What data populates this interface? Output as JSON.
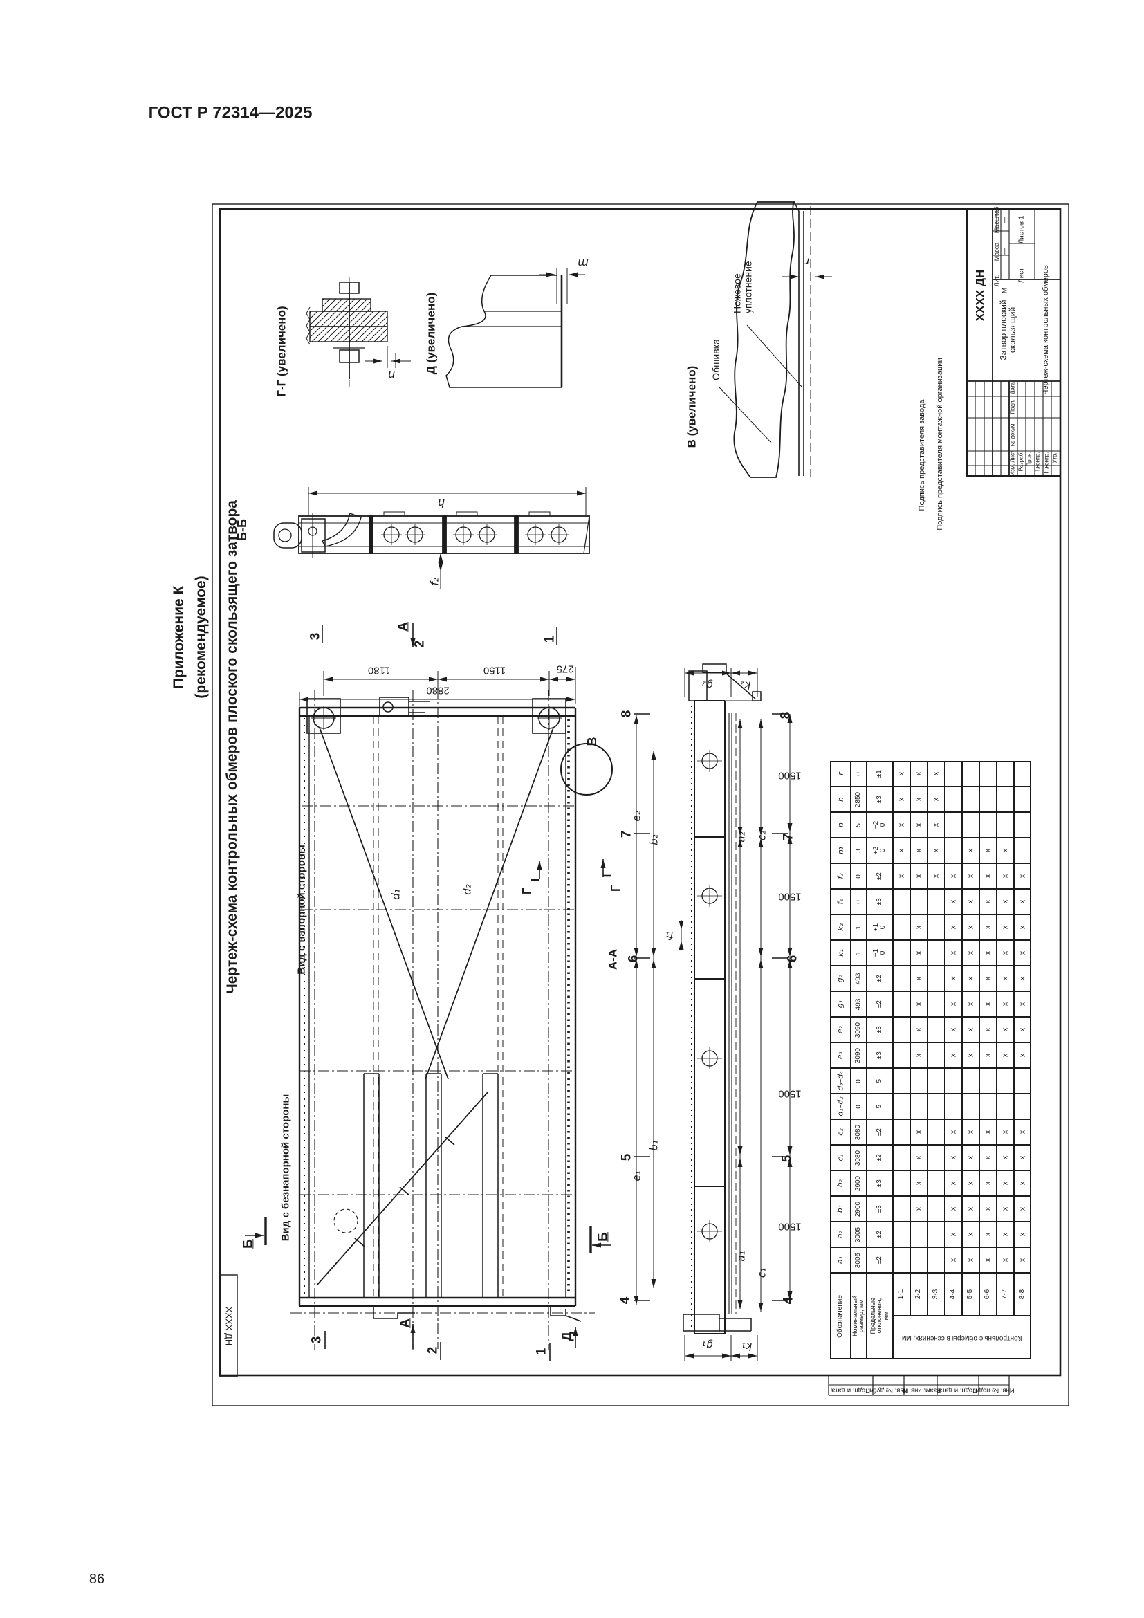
{
  "page": {
    "standard": "ГОСТ Р 72314—2025",
    "number": "86"
  },
  "appendix": {
    "line1": "Приложение К",
    "line2": "(рекомендуемое)",
    "title": "Чертеж-схема контрольных обмеров плоского скользящего затвора"
  },
  "views": {
    "bb": "Б-Б",
    "gg": "Г-Г (увеличено)",
    "dd": "Д (увеличено)",
    "vv": "В (увеличено)",
    "aa": "А-А",
    "front": "Вид с напорной стороны",
    "back": "Вид с безнапорной стороны"
  },
  "callouts": {
    "sheathing": "Обшивка",
    "knife_seal": "Ножевое уплотнение"
  },
  "dims": {
    "w2880": "2880",
    "w1180": "1180",
    "w1150": "1150",
    "w275": "275",
    "s1500": "1500",
    "h": "h",
    "n": "n",
    "m": "m",
    "r": "r",
    "f1": "f₁",
    "f2": "f₂",
    "d1": "d₁",
    "d2": "d₂",
    "e1": "e₁",
    "e2": "e₂",
    "b1": "b₁",
    "b2": "b₂",
    "a1": "a₁",
    "a2": "a₂",
    "c1": "c₁",
    "c2": "c₂",
    "g1": "g₁",
    "g2": "g₂",
    "k1": "k₁",
    "k2": "k₂"
  },
  "markers": {
    "n1": "1",
    "n2": "2",
    "n3": "3",
    "n4": "4",
    "n5": "5",
    "n6": "6",
    "n7": "7",
    "n8": "8",
    "a": "А",
    "b": "Б",
    "g": "Г",
    "d": "Д",
    "v": "В"
  },
  "table": {
    "headers": {
      "designation": "Обозначение",
      "nominal": "Номинальный размер, мм",
      "tolerance": "Предельные отклонения, мм",
      "group": "Контрольные обмеры в сечениях, мм",
      "sections": [
        "1-1",
        "2-2",
        "3-3",
        "4-4",
        "5-5",
        "6-6",
        "7-7",
        "8-8"
      ]
    },
    "rows": [
      {
        "name": "r",
        "nominal": "0",
        "tol": "±1",
        "marks": [
          1,
          1,
          1,
          0,
          0,
          0,
          0,
          0
        ]
      },
      {
        "name": "h",
        "nominal": "2850",
        "tol": "±3",
        "marks": [
          1,
          1,
          1,
          0,
          0,
          0,
          0,
          0
        ]
      },
      {
        "name": "n",
        "nominal": "5",
        "tol": "+2/0",
        "marks": [
          1,
          1,
          1,
          0,
          0,
          0,
          0,
          0
        ]
      },
      {
        "name": "m",
        "nominal": "3",
        "tol": "+2/0",
        "marks": [
          1,
          1,
          1,
          0,
          1,
          1,
          1,
          0
        ]
      },
      {
        "name": "f₂",
        "nominal": "0",
        "tol": "±2",
        "marks": [
          1,
          1,
          1,
          1,
          1,
          1,
          1,
          1
        ]
      },
      {
        "name": "f₁",
        "nominal": "0",
        "tol": "±3",
        "marks": [
          0,
          0,
          0,
          1,
          1,
          1,
          1,
          1
        ]
      },
      {
        "name": "k₂",
        "nominal": "1",
        "tol": "+1/0",
        "marks": [
          0,
          1,
          0,
          1,
          1,
          1,
          1,
          1
        ]
      },
      {
        "name": "k₁",
        "nominal": "1",
        "tol": "+1/0",
        "marks": [
          0,
          1,
          0,
          1,
          1,
          1,
          1,
          1
        ]
      },
      {
        "name": "g₂",
        "nominal": "493",
        "tol": "±2",
        "marks": [
          0,
          1,
          0,
          1,
          1,
          1,
          1,
          1
        ]
      },
      {
        "name": "g₁",
        "nominal": "493",
        "tol": "±2",
        "marks": [
          0,
          1,
          0,
          1,
          1,
          1,
          1,
          1
        ]
      },
      {
        "name": "e₂",
        "nominal": "3090",
        "tol": "±3",
        "marks": [
          0,
          1,
          0,
          1,
          1,
          1,
          1,
          1
        ]
      },
      {
        "name": "e₁",
        "nominal": "3090",
        "tol": "±3",
        "marks": [
          0,
          1,
          0,
          1,
          1,
          1,
          1,
          1
        ]
      },
      {
        "name": "d₃–d₄",
        "nominal": "0",
        "tol": "5",
        "marks": [
          0,
          0,
          0,
          0,
          0,
          0,
          0,
          0
        ]
      },
      {
        "name": "d₁–d₂",
        "nominal": "0",
        "tol": "5",
        "marks": [
          0,
          0,
          0,
          0,
          0,
          0,
          0,
          0
        ]
      },
      {
        "name": "c₂",
        "nominal": "3080",
        "tol": "±2",
        "marks": [
          0,
          1,
          0,
          1,
          1,
          1,
          1,
          1
        ]
      },
      {
        "name": "c₁",
        "nominal": "3080",
        "tol": "±2",
        "marks": [
          0,
          1,
          0,
          1,
          1,
          1,
          1,
          1
        ]
      },
      {
        "name": "b₂",
        "nominal": "2900",
        "tol": "±3",
        "marks": [
          0,
          1,
          0,
          1,
          1,
          1,
          1,
          1
        ]
      },
      {
        "name": "b₁",
        "nominal": "2900",
        "tol": "±3",
        "marks": [
          0,
          1,
          0,
          1,
          1,
          1,
          1,
          1
        ]
      },
      {
        "name": "a₂",
        "nominal": "3005",
        "tol": "±2",
        "marks": [
          0,
          0,
          0,
          1,
          1,
          1,
          1,
          1
        ]
      },
      {
        "name": "a₁",
        "nominal": "3005",
        "tol": "±2",
        "marks": [
          0,
          0,
          0,
          1,
          1,
          1,
          1,
          1
        ]
      }
    ],
    "mark_char": "x"
  },
  "title_block": {
    "designation": "ХХХХ ДН",
    "name1": "Затвор плоский скользящий",
    "name2": "Чертеж-схема контрольных обмеров",
    "lit_label": "Лит.",
    "lit_value": "М",
    "mass_label": "Масса",
    "mass_value": "—",
    "scale_label": "Масштаб",
    "scale_value": "—",
    "sheet_label": "Лист",
    "sheets_label": "Листов 1",
    "col_izm": "Изм.",
    "col_list": "Лист",
    "col_doc": "№ докум.",
    "col_sign": "Подп.",
    "col_date": "Дата",
    "staff1": "Разраб.",
    "staff2": "Пров.",
    "staff3": "Т.контр.",
    "staff4": "Н.контр.",
    "staff5": "Утв.",
    "signature1": "Подпись представителя завода",
    "signature2": "Подпись представителя монтажной организации",
    "corner_code": "ХХХХ ДН"
  },
  "frame": {
    "margin_cells": [
      "Подп. и дата",
      "Инв. № дубл.",
      "Взам. инв. №",
      "Подп. и дата",
      "Инв. № подл."
    ]
  }
}
